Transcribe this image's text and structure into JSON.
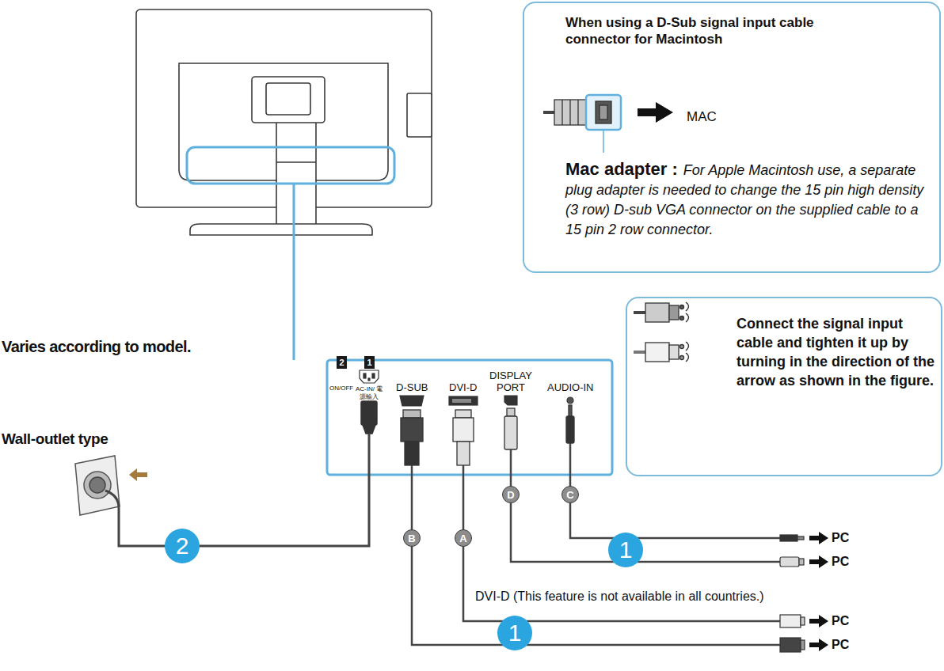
{
  "diagram": {
    "nodes": [
      {
        "text": [
          "When using a D-Sub signal input cable connector for Macintosh",
          "MAC",
          "Mac adapter :",
          "For Apple Macintosh use, a separate plug adapter is needed to change the 15 pin high density (3 row) D-sub VGA connector on the supplied cable to a 15 pin 2 row connector."
        ]
      },
      {
        "text": [
          "Connect the signal input cable and tighten it up by turning in the direction of the arrow as shown in the figure."
        ]
      }
    ],
    "labels": [
      "Varies according to model.",
      "Wall-outlet type",
      "2",
      "ON/OFF",
      "1",
      "AC-IN/ 電源輸入",
      "D-SUB",
      "DVI-D",
      "DISPLAY PORT",
      "AUDIO-IN",
      "D",
      "C",
      "2",
      "B",
      "A",
      "1",
      "PC",
      "PC",
      "DVI-D (This feature is not available in all countries.)",
      "1",
      "PC",
      "PC"
    ]
  }
}
